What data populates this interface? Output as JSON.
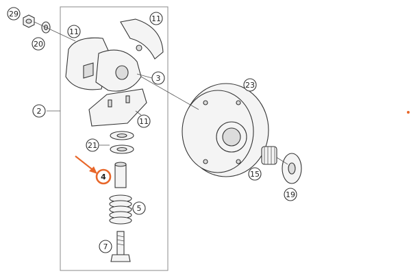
{
  "callouts": [
    {
      "id": "29",
      "text": "29"
    },
    {
      "id": "20",
      "text": "20"
    },
    {
      "id": "11a",
      "text": "11"
    },
    {
      "id": "11b",
      "text": "11"
    },
    {
      "id": "11c",
      "text": "11"
    },
    {
      "id": "3",
      "text": "3"
    },
    {
      "id": "2",
      "text": "2"
    },
    {
      "id": "21",
      "text": "21"
    },
    {
      "id": "4",
      "text": "4",
      "highlighted": true
    },
    {
      "id": "5",
      "text": "5"
    },
    {
      "id": "7",
      "text": "7"
    },
    {
      "id": "23",
      "text": "23"
    },
    {
      "id": "15",
      "text": "15"
    },
    {
      "id": "19",
      "text": "19"
    }
  ],
  "colors": {
    "highlight": "#e8672a",
    "line": "#333333",
    "part_fill": "#f4f4f4"
  }
}
